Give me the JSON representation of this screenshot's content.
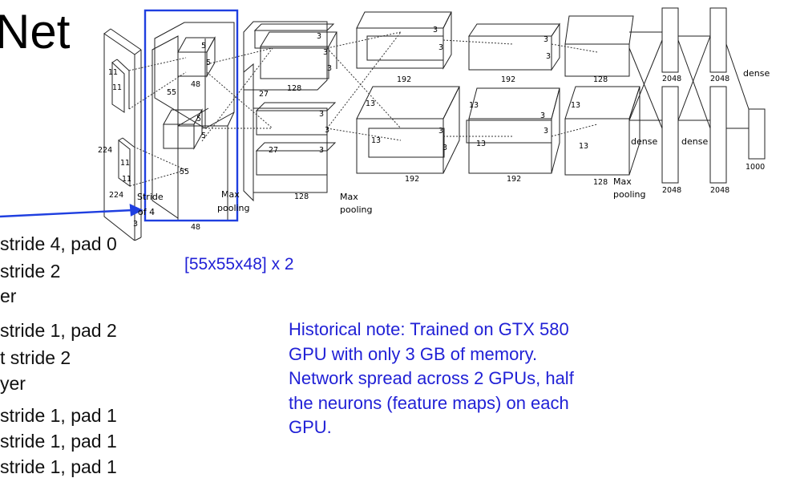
{
  "title": "Net",
  "diagram": {
    "labels": {
      "input_224a": "224",
      "input_224b": "224",
      "input_3": "3",
      "k11a": "11",
      "k11b": "11",
      "k11c": "11",
      "k11d": "11",
      "stride": "Stride",
      "stride_of": "of 4",
      "c1_55a": "55",
      "c1_55b": "55",
      "c1_48a": "48",
      "c1_48b": "48",
      "c1_5a": "5",
      "c1_5b": "5",
      "c1_5c": "5",
      "c1_5d": "5",
      "maxpool1_a": "Max",
      "maxpool1_b": "pooling",
      "c2_27a": "27",
      "c2_27b": "27",
      "c2_128a": "128",
      "c2_128b": "128",
      "c2_3a": "3",
      "c2_3b": "3",
      "c2_3c": "3",
      "c2_3d": "3",
      "c2_3e": "3",
      "c2_3f": "3",
      "maxpool2_a": "Max",
      "maxpool2_b": "pooling",
      "c3_13a": "13",
      "c3_13b": "13",
      "c3_192a": "192",
      "c3_192b": "192",
      "c3_3a": "3",
      "c3_3b": "3",
      "c3_3c": "3",
      "c3_3d": "3",
      "c4_13a": "13",
      "c4_13b": "13",
      "c4_192a": "192",
      "c4_192b": "192",
      "c4_3a": "3",
      "c4_3b": "3",
      "c4_3c": "3",
      "c4_3d": "3",
      "c5_13": "13",
      "c5_128a": "128",
      "c5_128b": "128",
      "maxpool3_a": "Max",
      "maxpool3_b": "pooling",
      "fc_2048a": "2048",
      "fc_2048b": "2048",
      "fc_2048c": "2048",
      "fc_2048d": "2048",
      "dense_a": "dense",
      "dense_b": "dense",
      "dense_c": "dense",
      "out_1000": "1000"
    }
  },
  "layer_list": [
    " stride 4, pad 0",
    " stride 2",
    "er",
    " stride 1, pad 2",
    "t stride 2",
    "yer",
    " stride 1, pad 1",
    " stride 1, pad 1",
    " stride 1, pad 1"
  ],
  "dimension_label": "[55x55x48] x 2",
  "historical_note": [
    "Historical note: Trained on GTX 580",
    "GPU with only 3 GB of memory.",
    "Network spread across 2 GPUs, half",
    "the neurons (feature maps) on each",
    "GPU."
  ],
  "colors": {
    "accent": "#2121d6",
    "highlight_box": "#1f3fe0"
  }
}
